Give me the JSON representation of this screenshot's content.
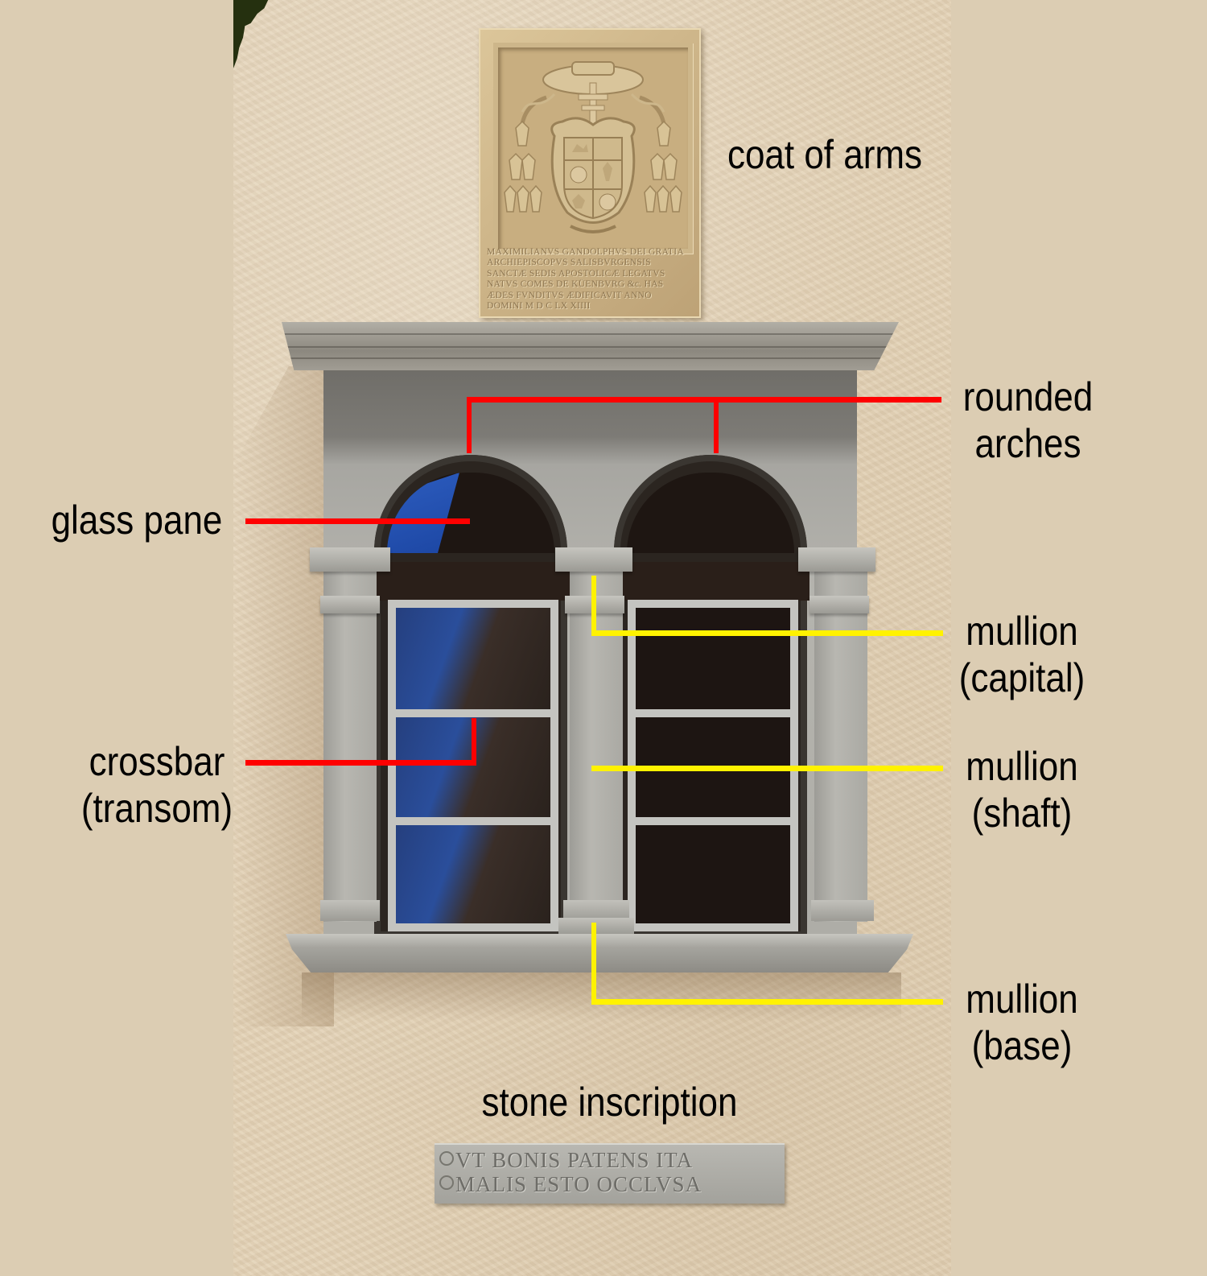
{
  "figure": {
    "subject": "Annotated photograph of a stone double-arched window with coat of arms and inscription",
    "colors": {
      "background": "#dccdb3",
      "wall": "#e4d3b7",
      "stone": "#aeada7",
      "red_pointer": "#ff0000",
      "yellow_pointer": "#fff200",
      "label_text": "#000000"
    }
  },
  "plaque": {
    "inscription_lines": [
      "MAXIMILIANVS GANDOLPHVS DEI GRATIA",
      "ARCHIEPISCOPVS SALISBVRGENSIS",
      "SANCTÆ SEDIS APOSTOLICÆ LEGATVS",
      "NATVS COMES DE KÜENBVRG &c. HAS",
      "ÆDES FVNDITVS ÆDIFICAVIT ANNO",
      "DOMINI M D C LX XIIII"
    ]
  },
  "stone_inscription": {
    "lines": [
      "VT BONIS PATENS ITA",
      "MALIS ESTO OCCLVSA"
    ]
  },
  "labels": {
    "coat_of_arms": "coat of arms",
    "rounded_arches": [
      "rounded",
      "arches"
    ],
    "glass_pane": "glass pane",
    "mullion_capital": [
      "mullion",
      "(capital)"
    ],
    "crossbar": [
      "crossbar",
      "(transom)"
    ],
    "mullion_shaft": [
      "mullion",
      "(shaft)"
    ],
    "mullion_base": [
      "mullion",
      "(base)"
    ],
    "stone_inscription": "stone inscription"
  },
  "pointers": {
    "red": [
      "rounded arches",
      "glass pane",
      "crossbar (transom)"
    ],
    "yellow": [
      "mullion (capital)",
      "mullion (shaft)",
      "mullion (base)"
    ]
  }
}
